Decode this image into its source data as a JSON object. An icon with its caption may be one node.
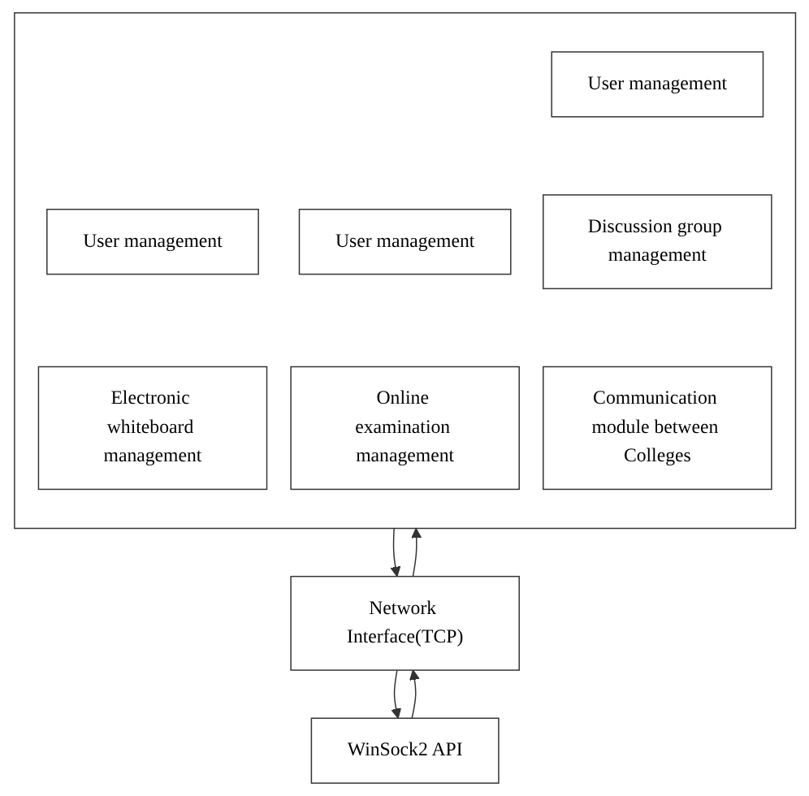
{
  "diagram": {
    "nodes": [
      {
        "text": [],
        "shape": "box"
      },
      {
        "text": [
          "User management"
        ],
        "in": 0
      },
      {
        "text": [
          "User management"
        ],
        "in": 0
      },
      {
        "text": [
          "User management"
        ],
        "in": 0
      },
      {
        "text": [
          "Discussion group management"
        ],
        "in": 0
      },
      {
        "text": [
          "Electronic whiteboard management"
        ],
        "in": 0
      },
      {
        "text": [
          "Online examination management"
        ],
        "in": 0
      },
      {
        "text": [
          "Communication module between Colleges"
        ],
        "in": 0
      },
      {
        "text": [
          "Network Interface(TCP)"
        ]
      },
      {
        "text": [
          "WinSock2 API"
        ]
      }
    ],
    "edges": [
      {
        "from": 0,
        "to": 8,
        "arrow": "to"
      },
      {
        "from": 8,
        "to": 0,
        "arrow": "to"
      },
      {
        "from": 8,
        "to": 9,
        "arrow": "to"
      },
      {
        "from": 9,
        "to": 8,
        "arrow": "to"
      }
    ]
  }
}
